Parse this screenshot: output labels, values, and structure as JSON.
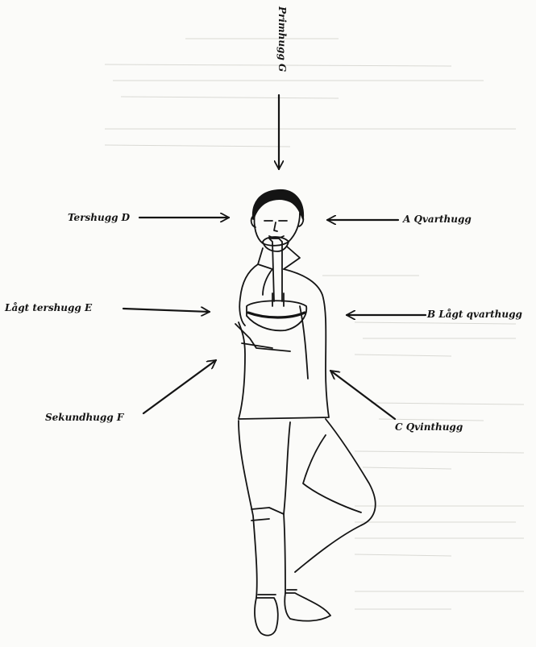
{
  "labels": {
    "primhugg": "Primhugg G",
    "tershugg": "Tershugg D",
    "qvarthugg": "A Qvarthugg",
    "lagt_tershugg": "Lågt tershugg E",
    "lagt_qvarthugg": "B Lågt qvarthugg",
    "sekundhugg": "Sekundhugg F",
    "qvinthugg": "C Qvinthugg"
  },
  "colors": {
    "ink": "#141414",
    "paper": "#fbfbf9",
    "show_through": "#d9d9d4"
  }
}
